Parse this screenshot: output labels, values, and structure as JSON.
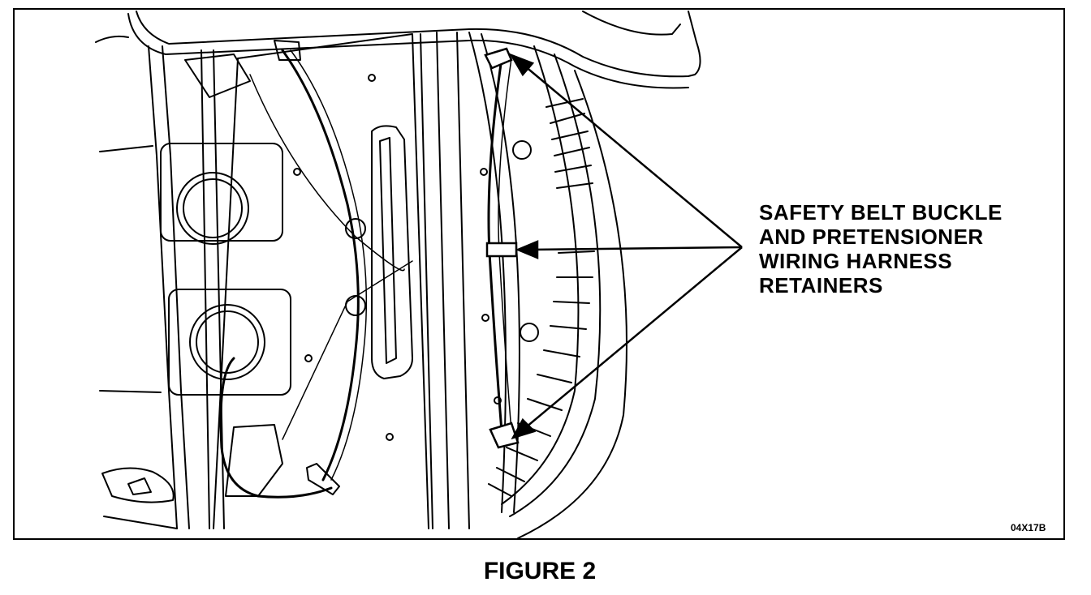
{
  "figure": {
    "callout_lines": [
      "SAFETY BELT BUCKLE",
      "AND PRETENSIONER",
      "WIRING HARNESS",
      "RETAINERS"
    ],
    "reference_code": "04X17B",
    "caption": "FIGURE 2"
  }
}
